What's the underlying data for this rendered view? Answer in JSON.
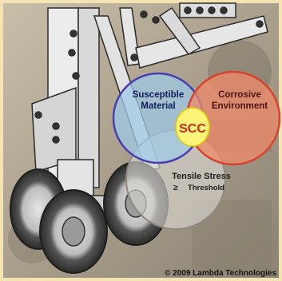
{
  "colors": {
    "frame": "#f4e4b3",
    "background": "#b8ad9a",
    "susceptible_circle": "#9fc9e6",
    "corrosive_circle": "#f08a6a",
    "tensile_circle": "#d9d6cf",
    "scc_core": "#fff47a",
    "scc_text": "#d0281e",
    "outline_blue": "#4a3fb0",
    "outline_red": "#d8432f"
  },
  "diagram": {
    "circles": [
      {
        "id": "susceptible",
        "lines": [
          "Susceptible",
          "Material"
        ]
      },
      {
        "id": "corrosive",
        "lines": [
          "Corrosive",
          "Environment"
        ]
      },
      {
        "id": "tensile",
        "lines": [
          "Tensile Stress",
          "≥",
          "Threshold"
        ]
      }
    ],
    "center_label": "SCC"
  },
  "copyright": "© 2009 Lambda Technologies"
}
